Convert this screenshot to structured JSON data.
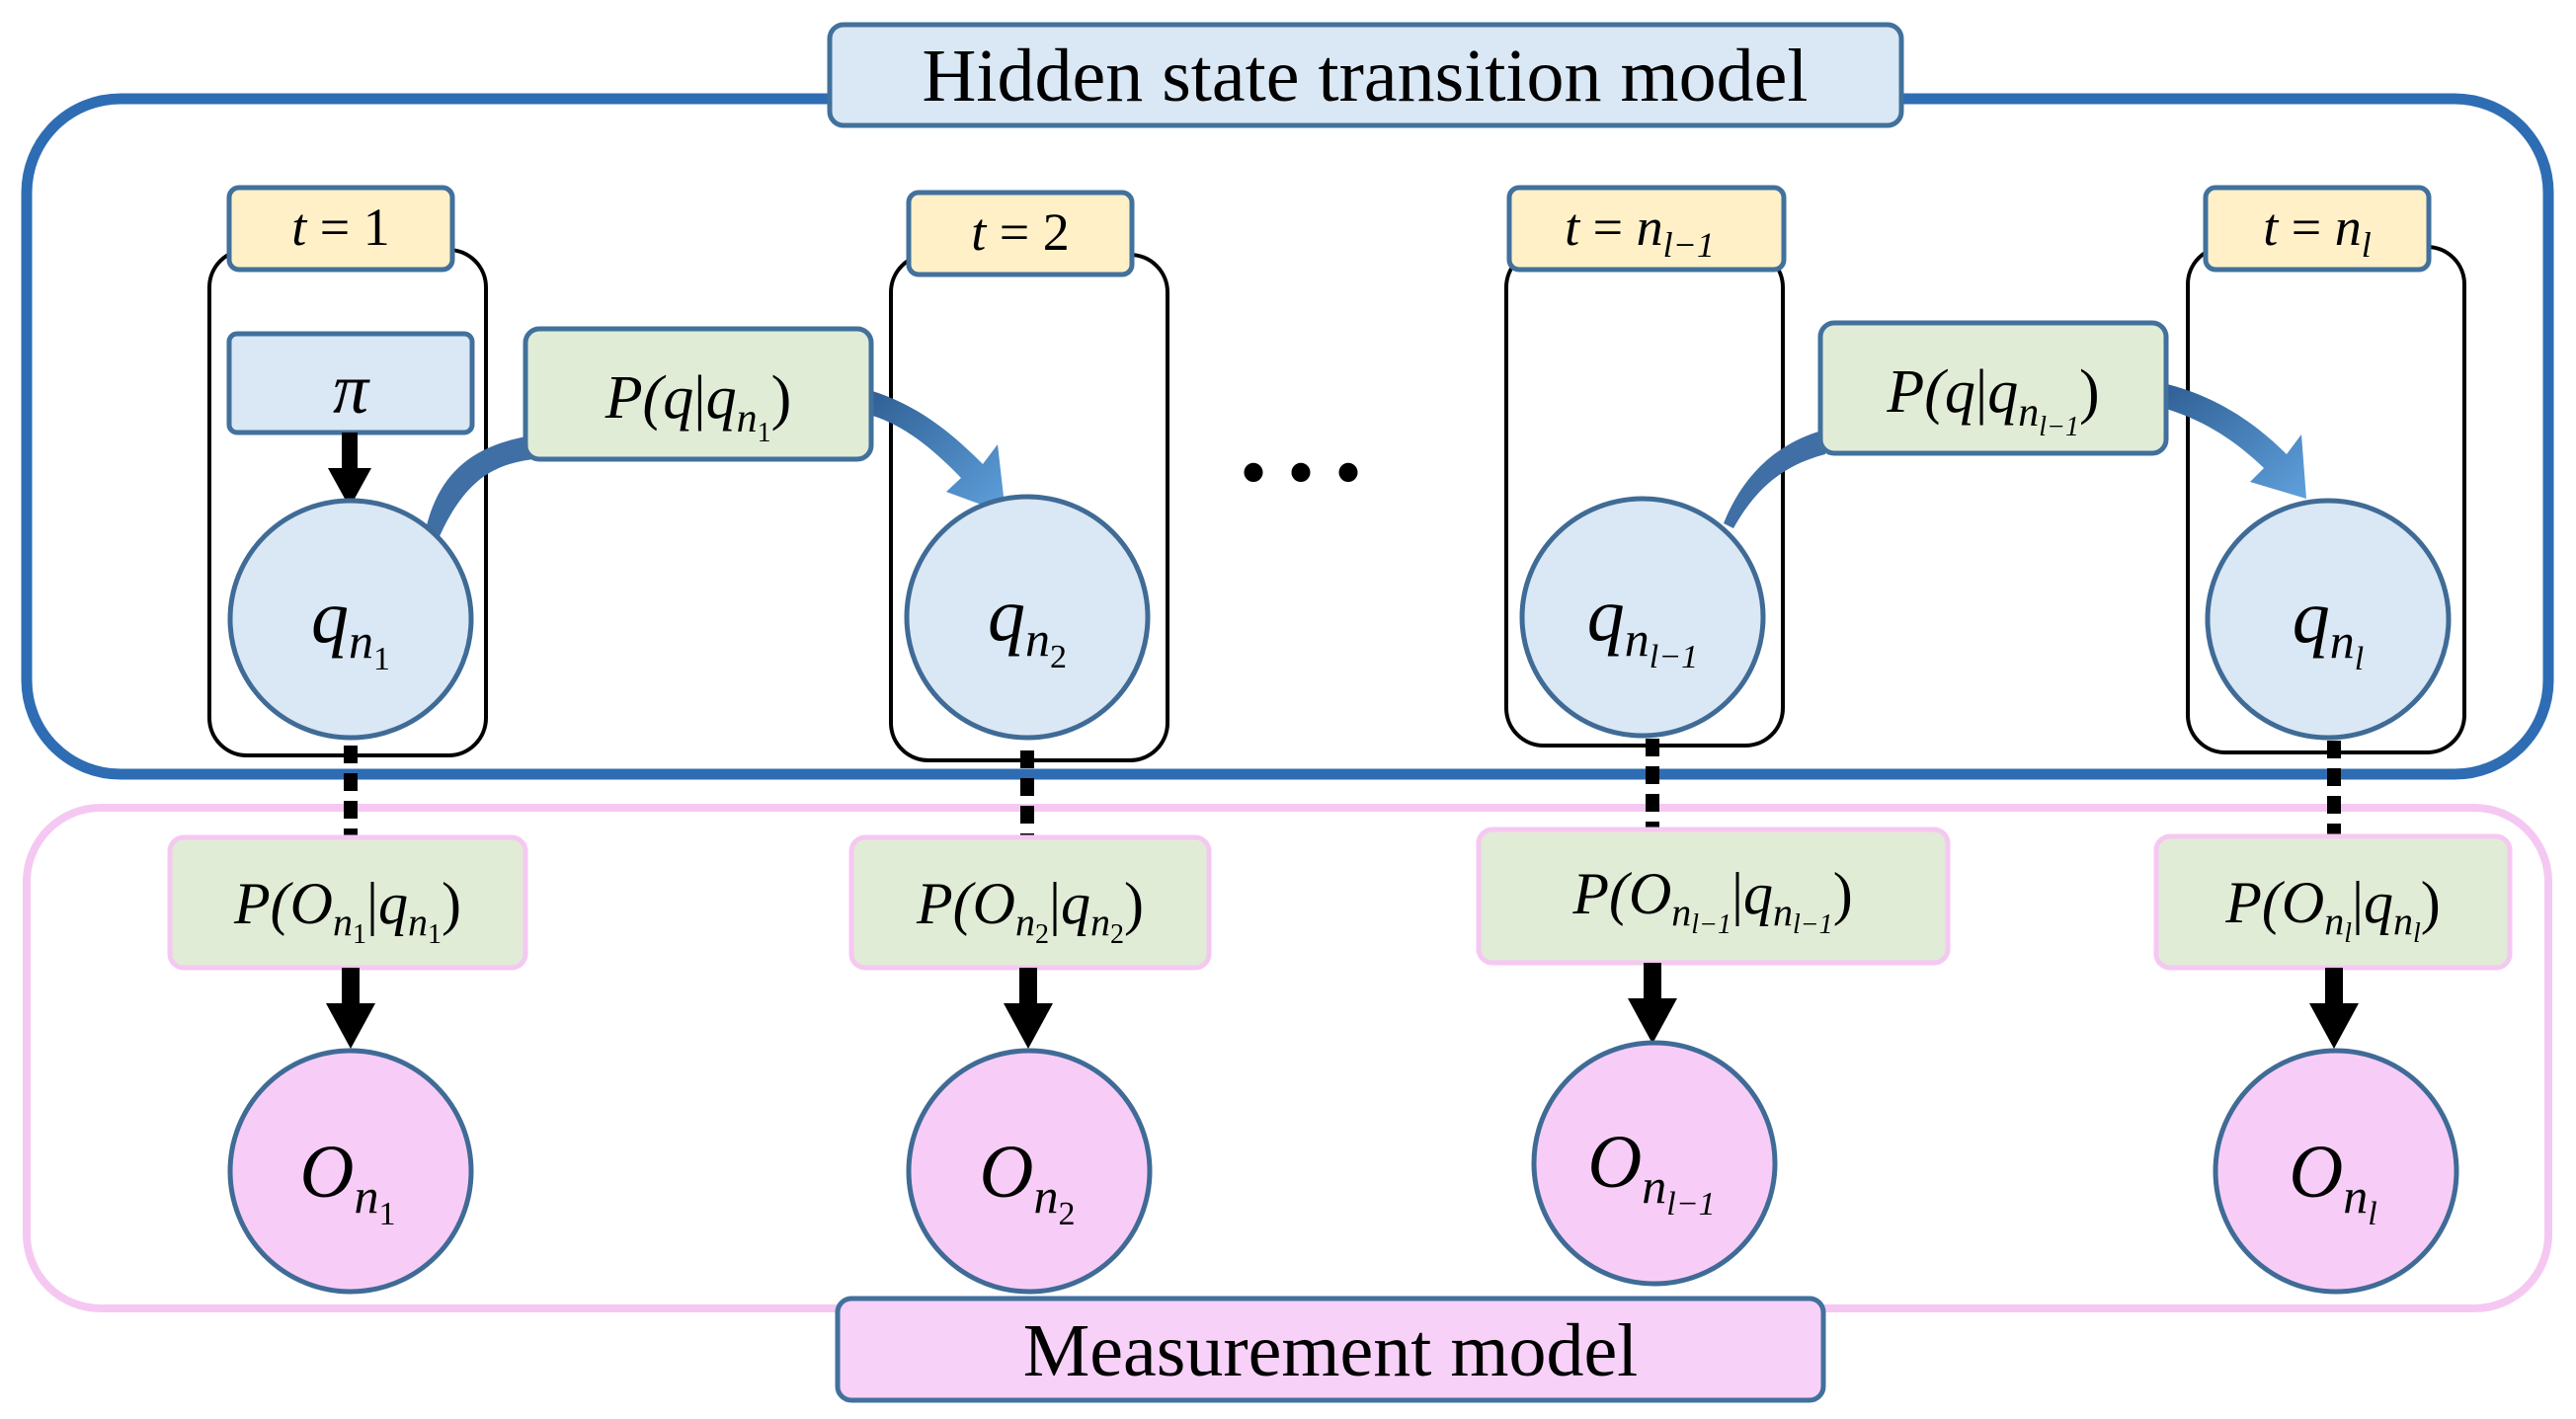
{
  "hidden_model": {
    "title": "Hidden state transition model"
  },
  "measurement_model": {
    "title": "Measurement model"
  },
  "initial": {
    "symbol": "π"
  },
  "ellipsis": "• • •",
  "columns": [
    {
      "time_label": {
        "var": "t",
        "eq": " = ",
        "val": "1",
        "sub": ""
      },
      "state": {
        "base": "q",
        "sub": "n",
        "subsub": "1"
      },
      "emission": {
        "open": "P(",
        "o": "O",
        "osub": "n",
        "osubsub": "1",
        "bar": "|",
        "q": "q",
        "qsub": "n",
        "qsubsub": "1",
        "close": ")"
      },
      "obs": {
        "base": "O",
        "sub": "n",
        "subsub": "1"
      }
    },
    {
      "time_label": {
        "var": "t",
        "eq": " = ",
        "val": "2",
        "sub": ""
      },
      "state": {
        "base": "q",
        "sub": "n",
        "subsub": "2"
      },
      "emission": {
        "open": "P(",
        "o": "O",
        "osub": "n",
        "osubsub": "2",
        "bar": "|",
        "q": "q",
        "qsub": "n",
        "qsubsub": "2",
        "close": ")"
      },
      "obs": {
        "base": "O",
        "sub": "n",
        "subsub": "2"
      }
    },
    {
      "time_label": {
        "var": "t",
        "eq": " = ",
        "val": "n",
        "sub": "l−1"
      },
      "state": {
        "base": "q",
        "sub": "n",
        "subsub": "l−1"
      },
      "emission": {
        "open": "P(",
        "o": "O",
        "osub": "n",
        "osubsub": "l−1",
        "bar": "|",
        "q": "q",
        "qsub": "n",
        "qsubsub": "l−1",
        "close": ")"
      },
      "obs": {
        "base": "O",
        "sub": "n",
        "subsub": "l−1"
      }
    },
    {
      "time_label": {
        "var": "t",
        "eq": " = ",
        "val": "n",
        "sub": "l"
      },
      "state": {
        "base": "q",
        "sub": "n",
        "subsub": "l"
      },
      "emission": {
        "open": "P(",
        "o": "O",
        "osub": "n",
        "osubsub": "l",
        "bar": "|",
        "q": "q",
        "qsub": "n",
        "qsubsub": "l",
        "close": ")"
      },
      "obs": {
        "base": "O",
        "sub": "n",
        "subsub": "l"
      }
    }
  ],
  "transitions": [
    {
      "open": "P(",
      "q": "q",
      "bar": "|",
      "q2": "q",
      "sub": "n",
      "subsub": "1",
      "close": ")"
    },
    {
      "open": "P(",
      "q": "q",
      "bar": "|",
      "q2": "q",
      "sub": "n",
      "subsub": "l−1",
      "close": ")"
    }
  ],
  "colors": {
    "hidden_border": "#2e6db3",
    "measure_border": "#f5c8f2",
    "state_fill": "#dae7f4",
    "state_stroke": "#3f6b96",
    "obs_fill": "#f7cdf7",
    "time_fill": "#fff0c8",
    "prob_fill": "#e1ecd6",
    "arrow_fill": "#5b9bd5"
  }
}
